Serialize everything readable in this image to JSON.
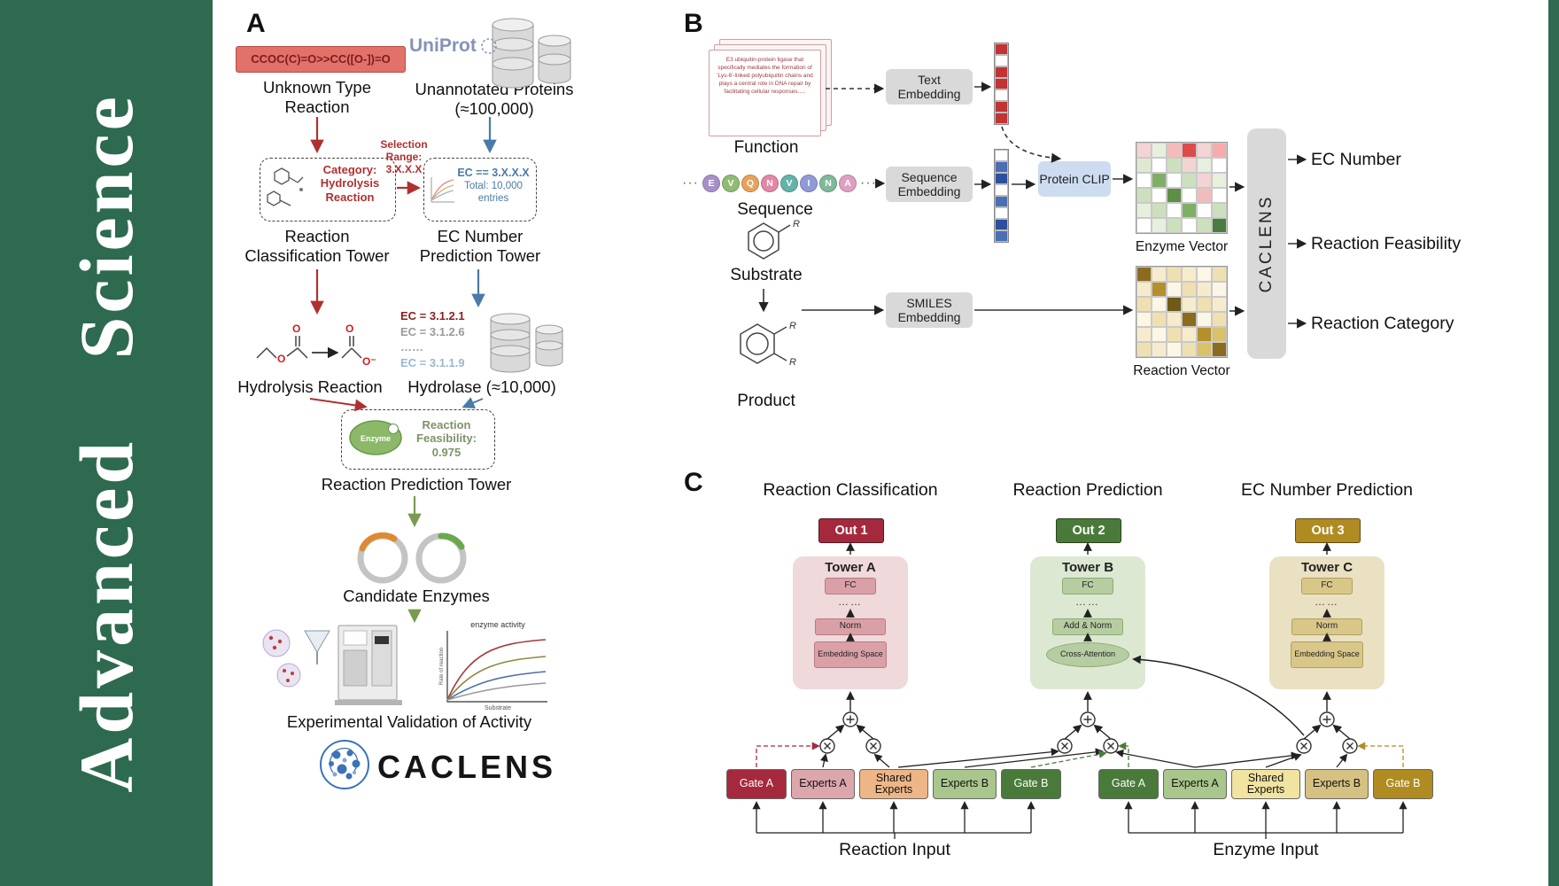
{
  "journal": {
    "title": "Advanced Science",
    "color": "#2d6a4f"
  },
  "panelA": {
    "label": "A",
    "smiles": "CCOC(C)=O>>CC([O-])=O",
    "unknown_reaction": "Unknown Type Reaction",
    "uniprot": "UniProt",
    "unannotated": "Unannotated Proteins (≈100,000)",
    "selection": "Selection Range: 3.X.X.X",
    "category": "Category: Hydrolysis Reaction",
    "ec_filter_line1": "EC == 3.X.X.X",
    "ec_filter_line2": "Total: 10,000 entries",
    "tower1": "Reaction Classification Tower",
    "tower2": "EC Number Prediction Tower",
    "ec_items": [
      "EC = 3.1.2.1",
      "EC = 3.1.2.6",
      "……",
      "EC = 3.1.1.9"
    ],
    "hydrolysis": "Hydrolysis Reaction",
    "hydrolase": "Hydrolase (≈10,000)",
    "enzyme": "Enzyme",
    "feasibility": "Reaction Feasibility: 0.975",
    "tower3": "Reaction Prediction Tower",
    "candidates": "Candidate Enzymes",
    "plot": {
      "title": "enzyme activity",
      "xlabel": "Substrate",
      "ylabel": "Rate of reaction"
    },
    "validation": "Experimental Validation of Activity",
    "logo_text": "CACLENS",
    "atoms": {
      "o": "O",
      "o_minus": "O⁻"
    }
  },
  "panelB": {
    "label": "B",
    "card_text": "E3 ubiquitin-protein ligase that specifically mediates the formation of 'Lys-6'-linked polyubiquitin chains and plays a central role in DNA repair by facilitating cellular responses.....",
    "function": "Function",
    "dots": "···",
    "sequence_label": "Sequence",
    "sequence": [
      {
        "letter": "E",
        "color": "#a88fc9"
      },
      {
        "letter": "V",
        "color": "#8fbc72"
      },
      {
        "letter": "Q",
        "color": "#e8a25c"
      },
      {
        "letter": "N",
        "color": "#e287a5"
      },
      {
        "letter": "V",
        "color": "#64b2a8"
      },
      {
        "letter": "I",
        "color": "#8f9ad6"
      },
      {
        "letter": "N",
        "color": "#7fb89a"
      },
      {
        "letter": "A",
        "color": "#dfa0c0"
      }
    ],
    "substrate": "Substrate",
    "product": "Product",
    "r_label": "R",
    "text_embedding": "Text Embedding",
    "sequence_embedding": "Sequence Embedding",
    "smiles_embedding": "SMILES Embedding",
    "protein_clip": "Protein CLIP",
    "enzyme_vector": "Enzyme Vector",
    "reaction_vector": "Reaction Vector",
    "caclens": "CACLENS",
    "outputs": [
      "EC Number",
      "Reaction Feasibility",
      "Reaction Category"
    ],
    "text_vector": [
      "#c23333",
      "#ffffff",
      "#c23333",
      "#c23333",
      "#ffffff",
      "#c23333",
      "#c23333"
    ],
    "sequence_vector": [
      "#ffffff",
      "#4a6fb5",
      "#2c4f9e",
      "#ffffff",
      "#4a6fb5",
      "#ffffff",
      "#2c4f9e",
      "#4a6fb5"
    ],
    "enzyme_matrix": [
      [
        "#f2d4d4",
        "#e7efdf",
        "#f3bcbc",
        "#dd4b4b",
        "#f2d4d4",
        "#f6acac"
      ],
      [
        "#dfe9d1",
        "#ffffff",
        "#cde0bd",
        "#f2d4d4",
        "#e7efdf",
        "#ffffff"
      ],
      [
        "#ffffff",
        "#7fae66",
        "#ffffff",
        "#cde0bd",
        "#f2d4d4",
        "#e7efdf"
      ],
      [
        "#cde0bd",
        "#ffffff",
        "#5d8f47",
        "#ffffff",
        "#f3bcbc",
        "#ffffff"
      ],
      [
        "#e7efdf",
        "#cde0bd",
        "#ffffff",
        "#7fae66",
        "#ffffff",
        "#cde0bd"
      ],
      [
        "#ffffff",
        "#e7efdf",
        "#cde0bd",
        "#ffffff",
        "#cde0bd",
        "#4a7c3f"
      ]
    ],
    "reaction_matrix": [
      [
        "#8a6b1f",
        "#f6eccd",
        "#efe0b2",
        "#f6eccd",
        "#fbf6e6",
        "#efe0b2"
      ],
      [
        "#f6eccd",
        "#b3902c",
        "#fbf6e6",
        "#efe0b2",
        "#f6eccd",
        "#fbf6e6"
      ],
      [
        "#efe0b2",
        "#fbf6e6",
        "#6f5a16",
        "#f6eccd",
        "#efe0b2",
        "#f6eccd"
      ],
      [
        "#fbf6e6",
        "#efe0b2",
        "#f6eccd",
        "#8a6b1f",
        "#fbf6e6",
        "#efe0b2"
      ],
      [
        "#f6eccd",
        "#fbf6e6",
        "#efe0b2",
        "#f6eccd",
        "#b3902c",
        "#d9c169"
      ],
      [
        "#efe0b2",
        "#f6eccd",
        "#fbf6e6",
        "#efe0b2",
        "#d9c169",
        "#8a6b1f"
      ]
    ]
  },
  "panelC": {
    "label": "C",
    "columns": [
      {
        "title": "Reaction Classification",
        "out": "Out 1",
        "tower": "Tower A",
        "blocks": [
          "FC",
          "……",
          "Norm",
          "Embedding Space"
        ]
      },
      {
        "title": "Reaction Prediction",
        "out": "Out 2",
        "tower": "Tower B",
        "blocks": [
          "FC",
          "……",
          "Add & Norm",
          "Cross-Attention"
        ]
      },
      {
        "title": "EC Number Prediction",
        "out": "Out 3",
        "tower": "Tower C",
        "blocks": [
          "FC",
          "……",
          "Norm",
          "Embedding Space"
        ]
      }
    ],
    "bottom_left": [
      "Gate A",
      "Experts A",
      "Shared Experts",
      "Experts B",
      "Gate B"
    ],
    "bottom_right": [
      "Gate A",
      "Experts A",
      "Shared Experts",
      "Experts B",
      "Gate B"
    ],
    "inputs": [
      "Reaction Input",
      "Enzyme Input"
    ]
  }
}
